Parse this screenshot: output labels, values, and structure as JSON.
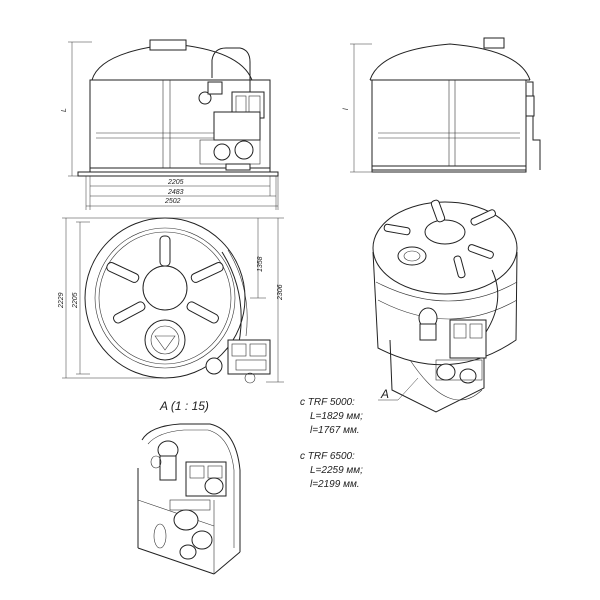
{
  "dimensions": {
    "front_height": "L",
    "front_w1": "2205",
    "front_w2": "2483",
    "front_w3": "2502",
    "side_height": "l",
    "plan_h1": "2229",
    "plan_h2": "2205",
    "plan_r1": "1358",
    "plan_r2": "2306"
  },
  "detail": {
    "title": "A (1 : 15)",
    "marker": "A"
  },
  "notes": {
    "trf5000_head": "с TRF 5000:",
    "trf5000_L": "L=1829 мм;",
    "trf5000_l": "l=1767 мм.",
    "trf6500_head": "с TRF 6500:",
    "trf6500_L": "L=2259 мм;",
    "trf6500_l": "l=2199 мм."
  }
}
